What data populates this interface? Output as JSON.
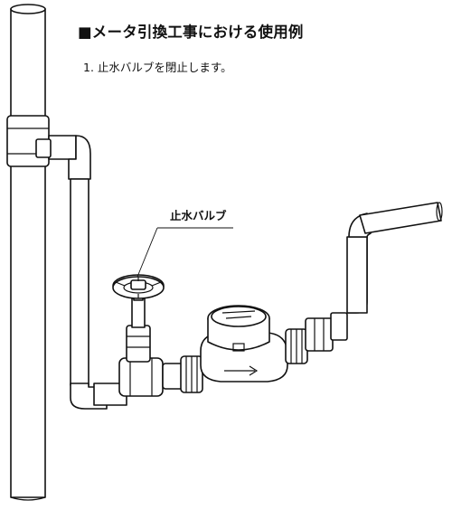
{
  "header": {
    "title": "■メータ引換工事における使用例",
    "step": "1. 止水バルブを閉止します。"
  },
  "diagram": {
    "valve_label": "止水バルブ"
  },
  "colors": {
    "line": "#111111",
    "background": "#ffffff"
  }
}
